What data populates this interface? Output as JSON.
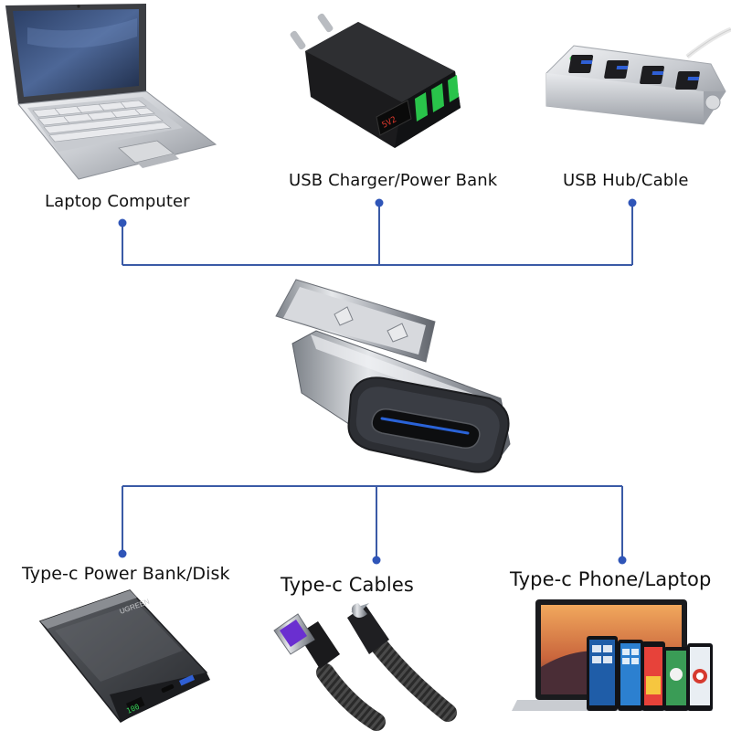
{
  "labels": {
    "laptop": "Laptop Computer",
    "charger": "USB Charger/Power Bank",
    "hub": "USB Hub/Cable",
    "powerbank": "Type-c Power Bank/Disk",
    "cables": "Type-c Cables",
    "phone": "Type-c Phone/Laptop"
  },
  "colors": {
    "connector_line": "#3a5aa6",
    "node_dot": "#2f55b8"
  },
  "icons": {
    "adapter": "usb-a-to-type-c-adapter",
    "laptop": "netbook-laptop",
    "charger": "usb-wall-charger",
    "hub": "usb-hub",
    "powerbank": "power-bank",
    "cables": "usb-type-c-cables",
    "devices": "phones-tablets-laptop"
  }
}
